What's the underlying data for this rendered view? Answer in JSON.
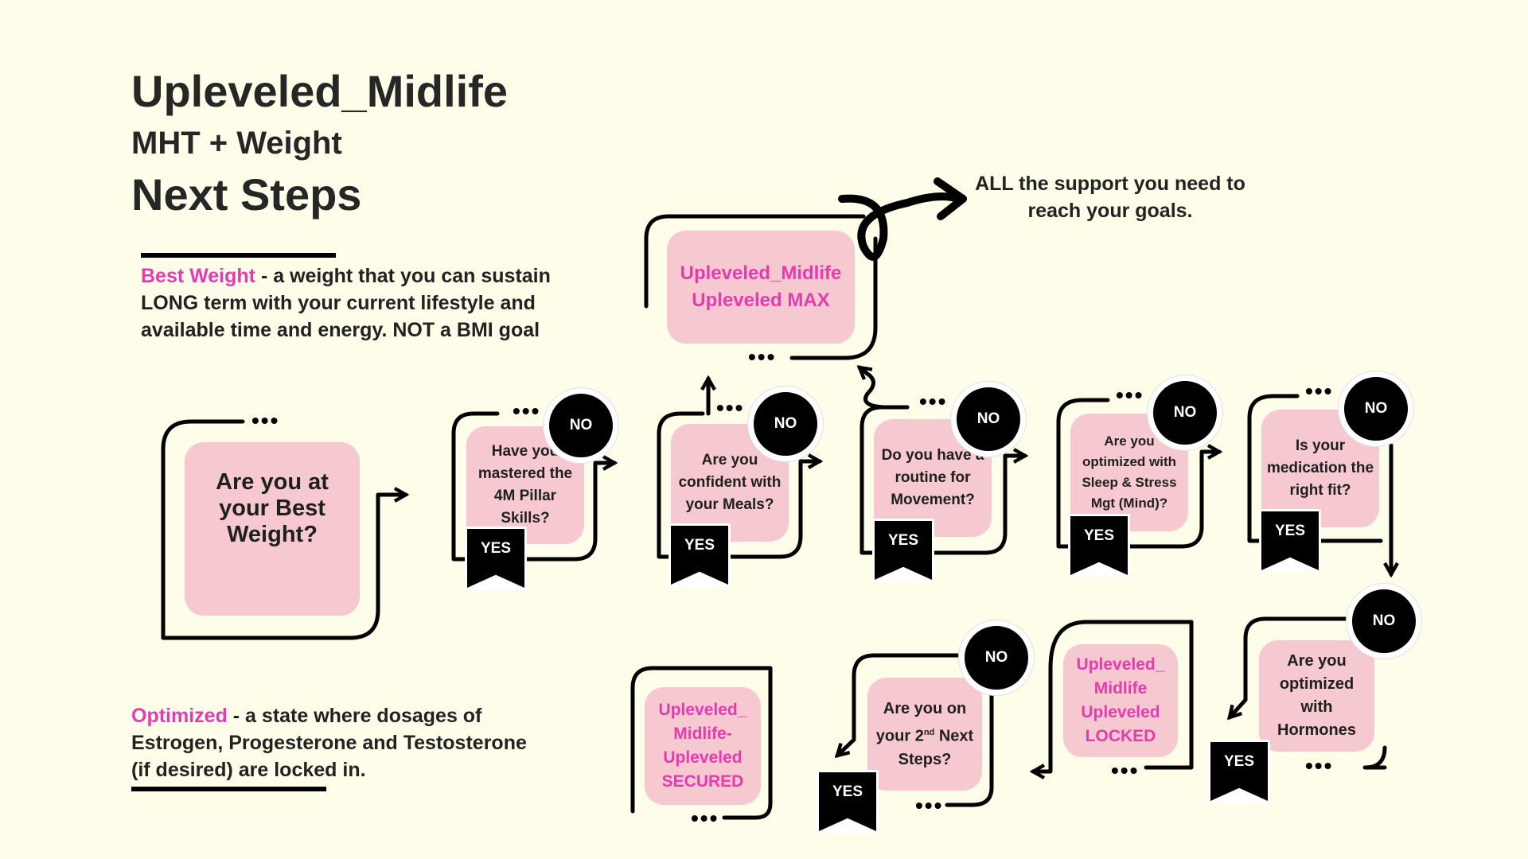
{
  "title": {
    "main": "Upleveled_Midlife",
    "sub": "MHT + Weight",
    "steps": "Next Steps"
  },
  "definitions": {
    "best_weight_term": "Best Weight",
    "best_weight_text": " - a weight that you can sustain LONG term with your current lifestyle and available time and energy. NOT a BMI goal",
    "optimized_term": "Optimized",
    "optimized_text": "  - a state where dosages of Estrogen, Progesterone and Testosterone (if desired) are locked in."
  },
  "support_text": "ALL the support you need to reach your goals.",
  "nodes": {
    "start": "Are you at your Best Weight?",
    "max": "Upleveled_Midlife Upleveled MAX",
    "q1": "Have you mastered the 4M Pillar Skills?",
    "q2": "Are you confident with your Meals?",
    "q3": "Do you have a routine for Movement?",
    "q4": "Are you optimized with Sleep & Stress Mgt (Mind)?",
    "q5": "Is your medication the right fit?",
    "q6": "Are you optimized with Hormones",
    "locked": "Upleveled_ Midlife Upleveled LOCKED",
    "q7_pre": "Are you on your 2",
    "q7_sup": "nd",
    "q7_post": " Next Steps?",
    "secured": "Upleveled_ Midlife- Upleveled SECURED"
  },
  "labels": {
    "no": "NO",
    "yes": "YES",
    "dots": "•••"
  },
  "colors": {
    "background": "#fefde9",
    "box_fill": "#f6c8cf",
    "accent_pink": "#e43bb0",
    "ink": "#000000"
  }
}
